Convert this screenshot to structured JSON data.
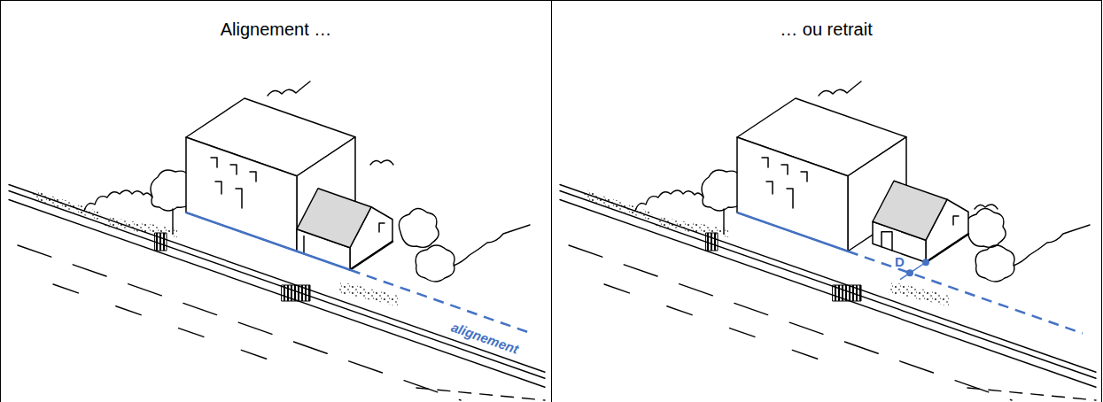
{
  "diagram": {
    "nodes": [
      {
        "text": [
          "Alignement …"
        ]
      },
      {
        "text": [
          "… ou retrait"
        ]
      }
    ],
    "labels": [
      "alignement",
      "D"
    ]
  }
}
